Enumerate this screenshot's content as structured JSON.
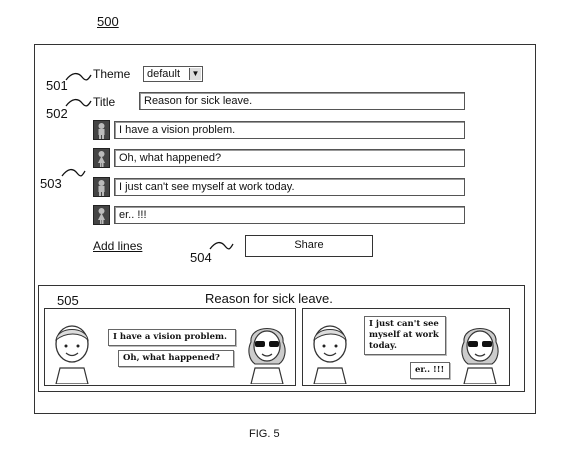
{
  "figure": {
    "ref_main": "500",
    "caption": "FIG. 5"
  },
  "refs": {
    "theme": "501",
    "title": "502",
    "lines": "503",
    "share": "504",
    "comic": "505"
  },
  "theme": {
    "label": "Theme",
    "value": "default"
  },
  "title_field": {
    "label": "Title",
    "value": "Reason for sick leave."
  },
  "lines": [
    {
      "speaker": "male",
      "text": "I have a vision problem."
    },
    {
      "speaker": "female",
      "text": "Oh, what happened?"
    },
    {
      "speaker": "male",
      "text": "I just can't see myself at work today."
    },
    {
      "speaker": "female",
      "text": "er.. !!!"
    }
  ],
  "actions": {
    "add_lines": "Add lines",
    "share": "Share"
  },
  "comic": {
    "title": "Reason for sick leave.",
    "panel1": {
      "bubble_a": "I have a vision problem.",
      "bubble_b": "Oh, what happened?"
    },
    "panel2": {
      "bubble_a": "I just can't see myself at work today.",
      "bubble_b": "er.. !!!"
    }
  }
}
